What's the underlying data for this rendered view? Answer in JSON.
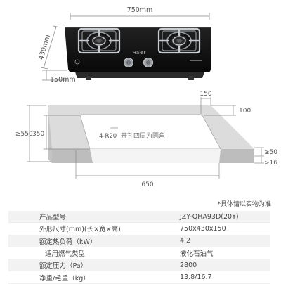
{
  "top_view": {
    "width_label": "750mm",
    "depth_label": "430mm",
    "height_label": "150mm",
    "brand": "Haier"
  },
  "cutout": {
    "dim_top": "150",
    "dim_top_right": "100",
    "dim_left_outer": "≥550",
    "dim_left_inner": "350",
    "corner_radius": "4-R20",
    "corner_note": "开孔四周为圆角",
    "dim_right_1": "≥50",
    "dim_right_2": ">16",
    "dim_bottom": "650"
  },
  "note": "*具体请以实物为准",
  "specs": [
    {
      "label": "产品型号",
      "value": "JZY-QHA93D(20Y)"
    },
    {
      "label": "外形尺寸(mm)(长×宽×高)",
      "value": "750x430x150"
    },
    {
      "label": "额定热负荷（kW）",
      "value": "4.2"
    },
    {
      "label": "适用燃气类型",
      "value": "液化石油气"
    },
    {
      "label": "额定压力（Pa）",
      "value": "2800"
    },
    {
      "label": "净重/毛重（kg）",
      "value": "13.8/16.7"
    }
  ],
  "colors": {
    "glass": "#141414",
    "steel": "#b8bcc2",
    "counter": "#d9d9d9",
    "line": "#9a9a9a"
  }
}
